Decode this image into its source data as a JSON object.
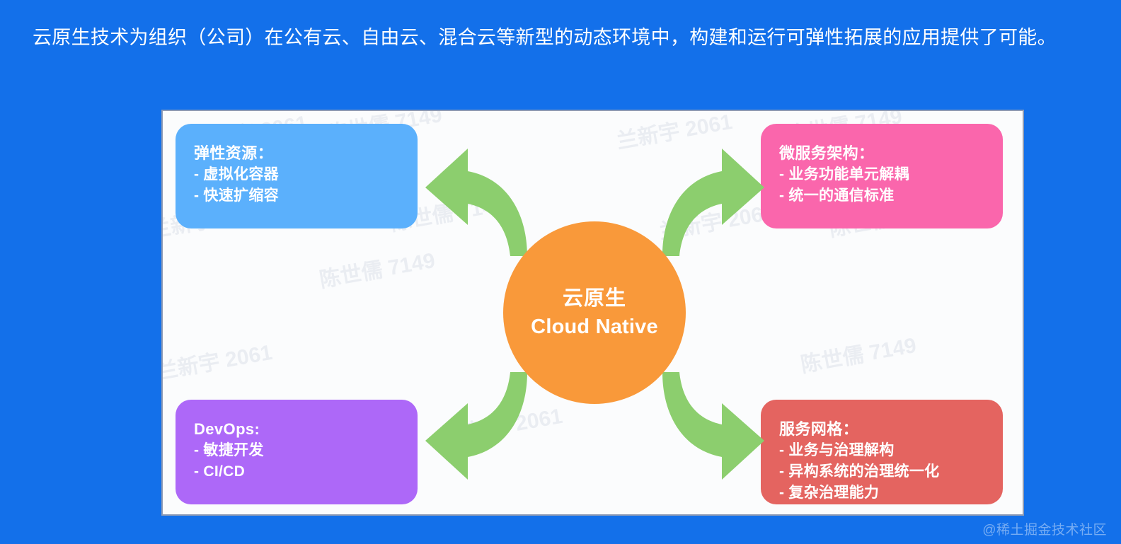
{
  "page": {
    "background_color": "#1370ea",
    "caption": "云原生技术为组织（公司）在公有云、自由云、混合云等新型的动态环境中，构建和运行可弹性拓展的应用提供了可能。",
    "footer_watermark": "@稀土掘金技术社区"
  },
  "diagram": {
    "center": {
      "name": "云原生",
      "name_en": "Cloud Native",
      "color": "#f9993a"
    },
    "arrow_color": "#8cce6e",
    "panel_border_color": "#8e9bb5",
    "panel_background": "#fbfcfd",
    "cards": [
      {
        "id": "elastic-resource",
        "title": "弹性资源：",
        "color": "#5bb0fc",
        "items": [
          "- 虚拟化容器",
          "- 快速扩缩容"
        ]
      },
      {
        "id": "microservice-architecture",
        "title": "微服务架构：",
        "color": "#fa66ac",
        "items": [
          "- 业务功能单元解耦",
          "- 统一的通信标准"
        ]
      },
      {
        "id": "devops",
        "title": "DevOps:",
        "color": "#ad68f8",
        "items": [
          "- 敏捷开发",
          "- CI/CD"
        ]
      },
      {
        "id": "service-mesh",
        "title": "服务网格：",
        "color": "#e46460",
        "items": [
          "- 业务与治理解构",
          "- 异构系统的治理统一化",
          "- 复杂治理能力"
        ]
      }
    ],
    "watermarks": [
      "兰新宇 2061",
      "陈世儒 7149",
      "兰新宇 2061",
      "陈世儒 7149",
      "兰新宇 2061",
      "陈世儒 7149",
      "兰新宇 2061",
      "陈世儒 7149",
      "兰新宇 2061",
      "陈世儒 7149",
      "兰新宇 2061",
      "陈世儒 7149"
    ]
  }
}
